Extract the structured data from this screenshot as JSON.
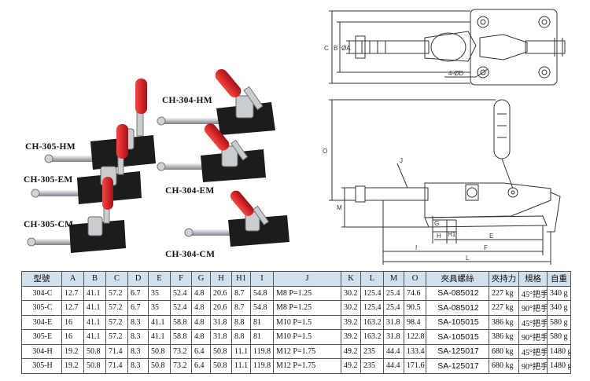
{
  "models": {
    "ch_304_hm": "CH-304-HM",
    "ch_305_hm": "CH-305-HM",
    "ch_305_em": "CH-305-EM",
    "ch_304_em": "CH-304-EM",
    "ch_305_cm": "CH-305-CM",
    "ch_304_cm": "CH-304-CM"
  },
  "top_view_labels": {
    "c": "C",
    "b": "B",
    "a": "ØA",
    "d": "4-ØD"
  },
  "side_view_labels": {
    "o": "O",
    "m": "M",
    "j": "J",
    "g": "G",
    "h": "H",
    "h1": "H1",
    "e": "E",
    "i": "I",
    "f": "F",
    "l": "L"
  },
  "table": {
    "headers": [
      "型號",
      "A",
      "B",
      "C",
      "D",
      "E",
      "F",
      "G",
      "H",
      "H1",
      "I",
      "J",
      "K",
      "L",
      "M",
      "O",
      "夾具螺絲",
      "夾持力",
      "規格",
      "自重"
    ],
    "rows": [
      [
        "304-C",
        "12.7",
        "41.1",
        "57.2",
        "6.7",
        "35",
        "52.4",
        "4.8",
        "20.6",
        "8.7",
        "54.8",
        "M8 P=1.25",
        "30.2",
        "125.4",
        "25.4",
        "74.6",
        "SA-085012",
        "227 kg",
        "45°把手",
        "340 g"
      ],
      [
        "305-C",
        "12.7",
        "41.1",
        "57.2",
        "6.7",
        "35",
        "52.4",
        "4.8",
        "20.6",
        "8.7",
        "54.8",
        "M8 P=1.25",
        "30.2",
        "125.4",
        "25.4",
        "90.5",
        "SA-085012",
        "227 kg",
        "90°把手",
        "340 g"
      ],
      [
        "304-E",
        "16",
        "41.1",
        "57.2",
        "8.3",
        "41.1",
        "58.8",
        "4.8",
        "31.8",
        "8.8",
        "81",
        "M10 P=1.5",
        "39.2",
        "163.2",
        "31.8",
        "98.4",
        "SA-105015",
        "386 kg",
        "45°把手",
        "580 g"
      ],
      [
        "305-E",
        "16",
        "41.1",
        "57.2",
        "8.3",
        "41.1",
        "58.8",
        "4.8",
        "31.8",
        "8.8",
        "81",
        "M10 P=1.5",
        "39.2",
        "163.2",
        "31.8",
        "122.8",
        "SA-105015",
        "386 kg",
        "90°把手",
        "580 g"
      ],
      [
        "304-H",
        "19.2",
        "50.8",
        "71.4",
        "8.3",
        "50.8",
        "73.2",
        "6.4",
        "50.8",
        "11.1",
        "119.8",
        "M12 P=1.75",
        "49.2",
        "235",
        "44.4",
        "133.4",
        "SA-125017",
        "680 kg",
        "45°把手",
        "1480 g"
      ],
      [
        "305-H",
        "19.2",
        "50.8",
        "71.4",
        "8.3",
        "50.8",
        "73.2",
        "6.4",
        "50.8",
        "11.1",
        "119.8",
        "M12 P=1.75",
        "49.2",
        "235",
        "44.4",
        "171.6",
        "SA-125017",
        "680 kg",
        "90°把手",
        "1480 g"
      ]
    ]
  },
  "colors": {
    "handle_red": "#d8262a",
    "body_black": "#1c1c1c",
    "steel": "#c9ccd0",
    "header_blue": "#d2e0ec"
  }
}
